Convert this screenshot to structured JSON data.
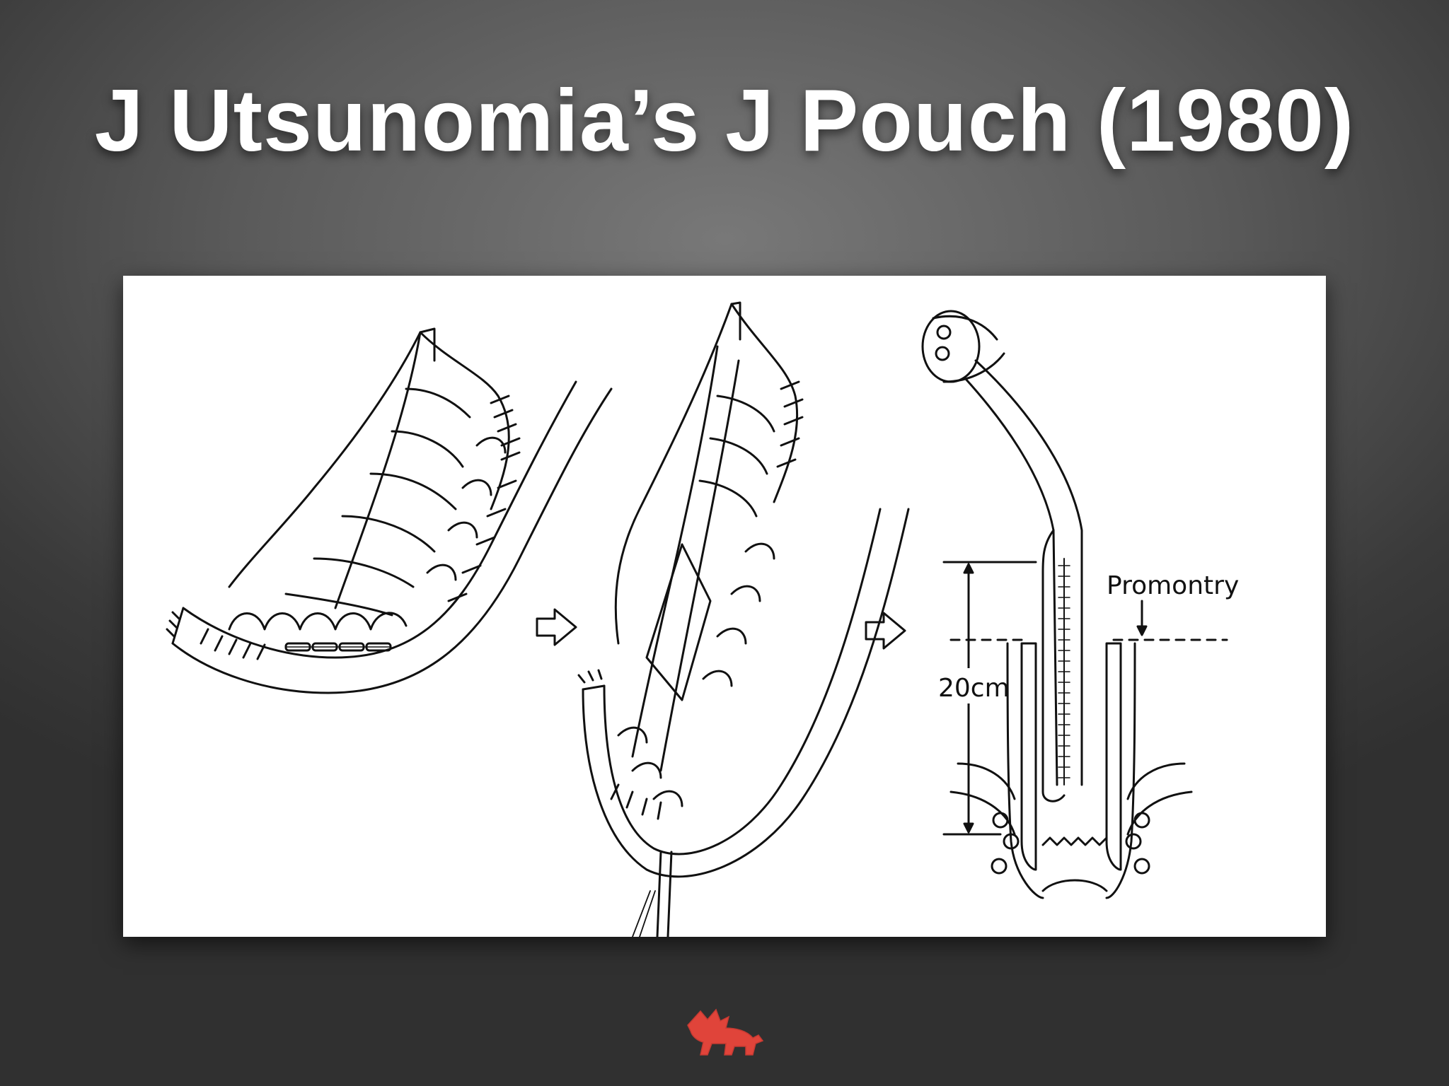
{
  "slide": {
    "title": "J Utsunomia’s J Pouch (1980)"
  },
  "figure": {
    "labels": {
      "promontory": "Promontry",
      "length": "20cm"
    }
  },
  "colors": {
    "background_center": "#787878",
    "background_edge": "#303030",
    "title": "#ffffff",
    "panel": "#ffffff",
    "logo": "#e0443a"
  },
  "icons": {
    "logo": "winged-lion-icon",
    "step_arrow": "hollow-right-arrow-icon"
  }
}
